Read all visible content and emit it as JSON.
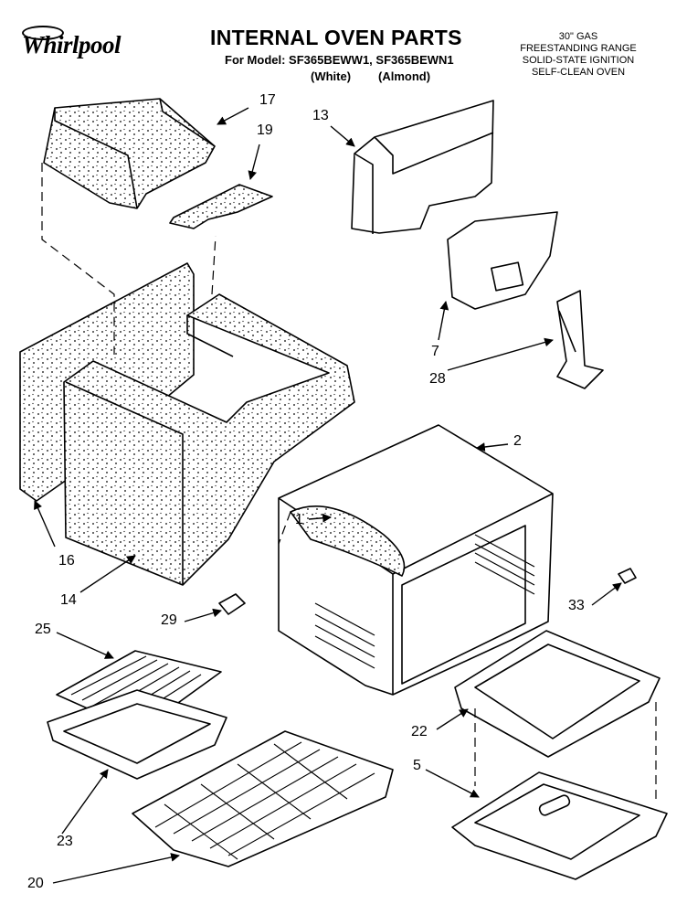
{
  "header": {
    "brand": "Whirlpool",
    "title": "INTERNAL OVEN PARTS",
    "model_line": "For Model: SF365BEWW1, SF365BEWN1",
    "color_white": "(White)",
    "color_almond": "(Almond)",
    "description": [
      "30\" GAS",
      "FREESTANDING RANGE",
      "SOLID-STATE IGNITION",
      "SELF-CLEAN OVEN"
    ]
  },
  "parts": {
    "p1": "1",
    "p2": "2",
    "p5": "5",
    "p7": "7",
    "p13": "13",
    "p14": "14",
    "p16": "16",
    "p17": "17",
    "p19": "19",
    "p20": "20",
    "p22": "22",
    "p23": "23",
    "p25": "25",
    "p28": "28",
    "p29": "29",
    "p33": "33"
  }
}
